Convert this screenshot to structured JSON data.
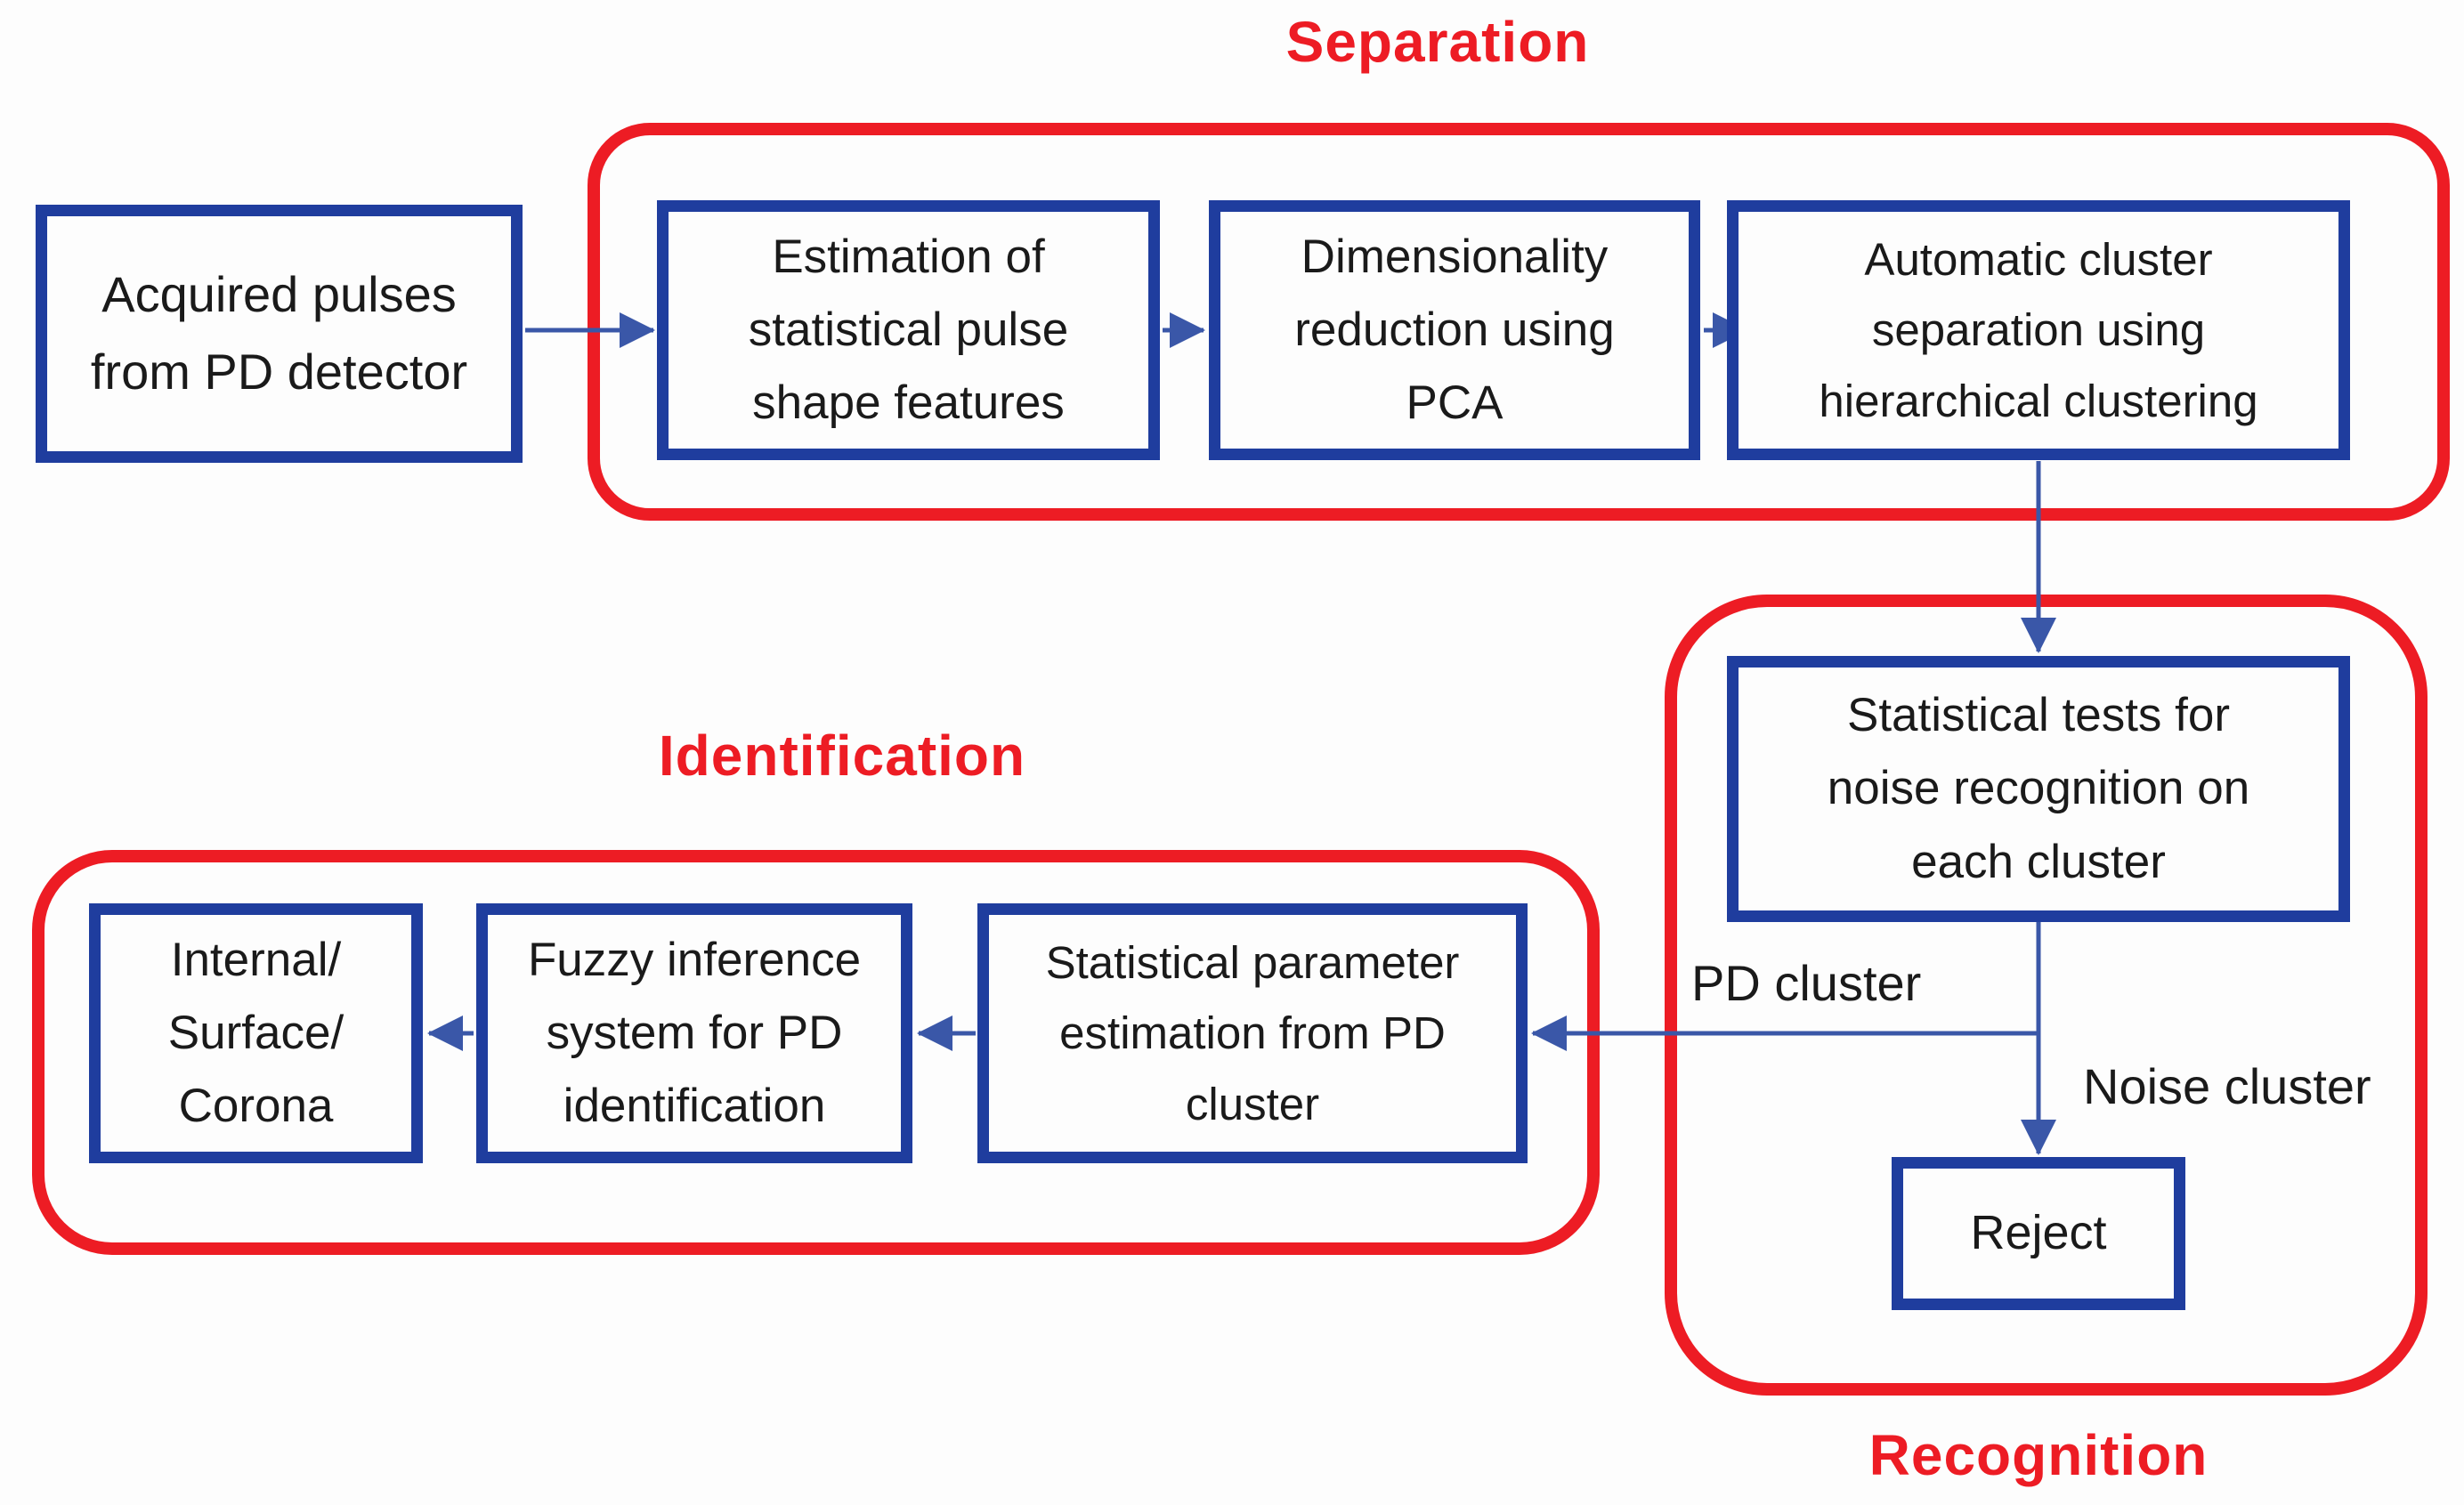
{
  "colors": {
    "background": "#fdfdfd",
    "section_red": "#ed1c24",
    "box_blue": "#1f3d9e",
    "arrow_blue": "#3a57a8",
    "text": "#1a1a1a"
  },
  "sections": {
    "separation": {
      "label": "Separation"
    },
    "identification": {
      "label": "Identification"
    },
    "recognition": {
      "label": "Recognition"
    }
  },
  "nodes": {
    "acquired": {
      "label": "Acquired pulses\nfrom PD detector"
    },
    "estimation": {
      "label": "Estimation of\nstatistical pulse\nshape features"
    },
    "dimensionality": {
      "label": "Dimensionality\nreduction using\nPCA"
    },
    "automatic": {
      "label": "Automatic cluster\nseparation using\nhierarchical clustering"
    },
    "stat_tests": {
      "label": "Statistical tests for\nnoise recognition on\neach cluster"
    },
    "reject": {
      "label": "Reject"
    },
    "stat_param": {
      "label": "Statistical parameter\nestimation from PD\ncluster"
    },
    "fuzzy": {
      "label": "Fuzzy inference\nsystem for PD\nidentification"
    },
    "internal": {
      "label": "Internal/\nSurface/\nCorona"
    }
  },
  "edge_labels": {
    "pd_cluster": {
      "label": "PD cluster"
    },
    "noise_cluster": {
      "label": "Noise cluster"
    }
  }
}
